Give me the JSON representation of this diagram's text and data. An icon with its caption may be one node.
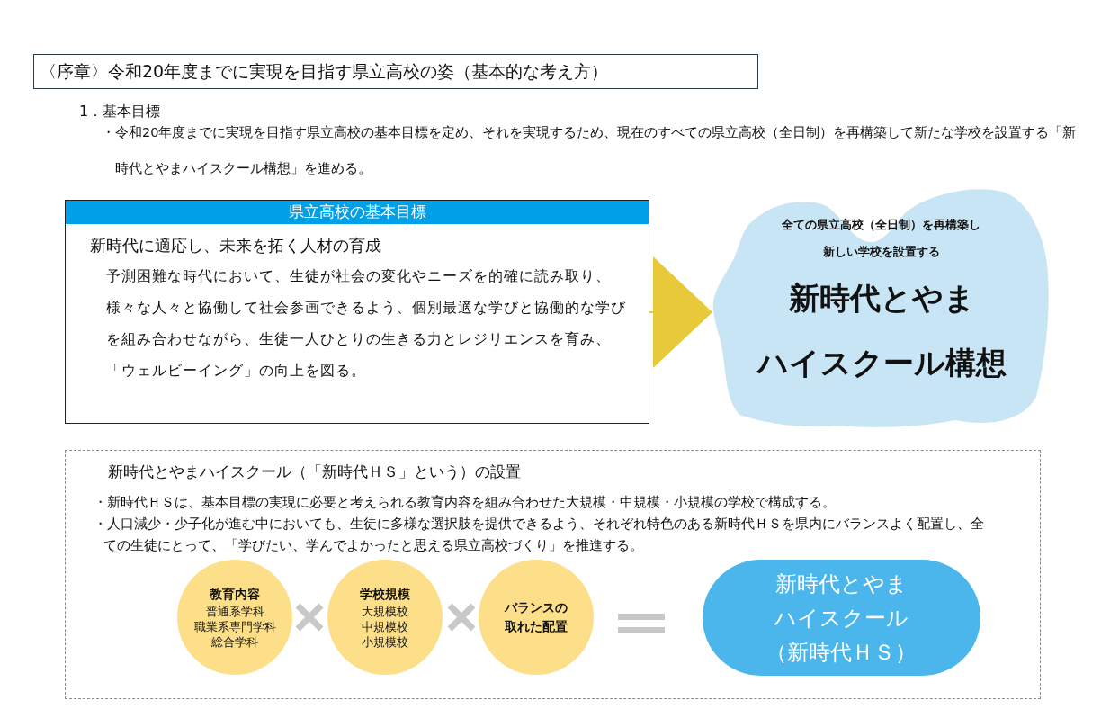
{
  "diagram": {
    "title": "〈序章〉令和20年度までに実現を目指す県立高校の姿（基本的な考え方）",
    "nodes": [
      {
        "text": [
          "県立高校の基本目標",
          "新時代に適応し、未来を拓く人材の育成",
          "予測困難な時代において、生徒が社会の変化やニーズを的確に読み取り、様々な人々と協働して社会参画できるよう、個別最適な学びと協働的な学びを組み合わせながら、生徒一人ひとりの生きる力とレジリエンスを育み、「ウェルビーイング」の向上を図る。"
        ]
      },
      {
        "text": [
          "全ての県立高校（全日制）を再構築し新しい学校を設置する",
          "新時代とやまハイスクール構想"
        ]
      },
      {
        "text": [
          "新時代とやまハイスクール（「新時代ＨＳ」という）の設置",
          "・新時代ＨＳは、基本目標の実現に必要と考えられる教育内容を組み合わせた大規模・中規模・小規模の学校で構成する。",
          "・人口減少・少子化が進む中においても、生徒に多様な選択肢を提供できるよう、それぞれ特色のある新時代ＨＳを県内にバランスよく配置し、全ての生徒にとって、「学びたい、学んでよかったと思える県立高校づくり」を推進する。"
        ]
      },
      {
        "text": [
          "教育内容",
          "普通系学科",
          "職業系専門学科",
          "総合学科"
        ],
        "in": 2
      },
      {
        "text": [
          "学校規模",
          "大規模校",
          "中規模校",
          "小規模校"
        ],
        "in": 2
      },
      {
        "text": [
          "バランスの取れた配置"
        ],
        "in": 2
      },
      {
        "text": [
          "新時代とやまハイスクール（新時代ＨＳ）"
        ],
        "in": 2
      }
    ],
    "edges": [
      {
        "from": 0,
        "to": 1,
        "arrow": "to"
      }
    ],
    "labels": [
      "1．基本目標",
      "・令和20年度までに実現を目指す県立高校の基本目標を定め、それを実現するため、現在のすべての県立高校（全日制）を再構築して新たな学校を設置する「新時代とやまハイスクール構想」を進める。"
    ]
  }
}
